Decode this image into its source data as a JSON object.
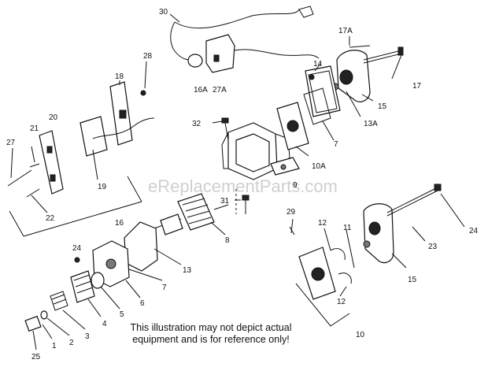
{
  "watermark": "eReplacementParts.com",
  "disclaimer_line1": "This illustration may not depict actual",
  "disclaimer_line2": "equipment and is for reference only!",
  "callouts": {
    "c30": "30",
    "c17A": "17A",
    "c14": "14",
    "c17": "17",
    "c15a": "15",
    "c13A": "13A",
    "c28": "28",
    "c18": "18",
    "c16A": "16A",
    "c27A": "27A",
    "c20": "20",
    "c21": "21",
    "c27": "27",
    "c19": "19",
    "c22": "22",
    "c32": "32",
    "c7a": "7",
    "c10A": "10A",
    "c9": "9",
    "c31": "31",
    "c8": "8",
    "c16": "16",
    "c13": "13",
    "c29": "29",
    "c24a": "24",
    "c24b": "24",
    "c12a": "12",
    "c11": "11",
    "c23": "23",
    "c15b": "15",
    "c7b": "7",
    "c6": "6",
    "c5": "5",
    "c4": "4",
    "c3": "3",
    "c2": "2",
    "c1": "1",
    "c25": "25",
    "c12b": "12",
    "c10": "10"
  }
}
